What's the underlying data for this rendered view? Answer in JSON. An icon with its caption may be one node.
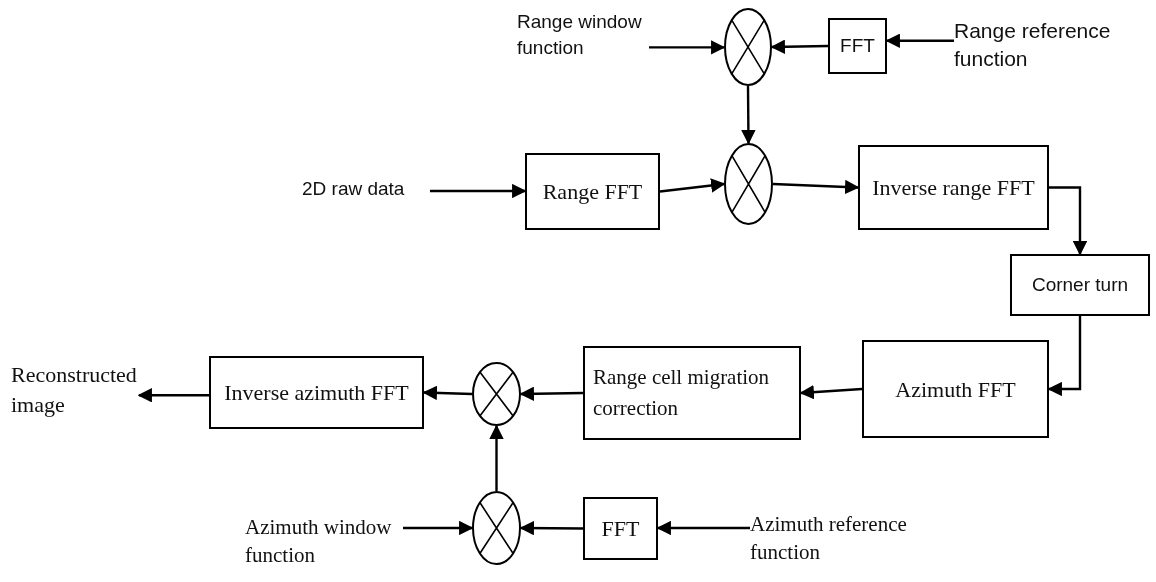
{
  "diagram": {
    "nodes": [
      {
        "text": [
          "Range window function"
        ]
      },
      {
        "text": [],
        "shape": "circle"
      },
      {
        "text": [
          "FFT"
        ]
      },
      {
        "text": [
          "Range reference function"
        ]
      },
      {
        "text": [],
        "shape": "circle"
      },
      {
        "text": [
          "2D raw data"
        ]
      },
      {
        "text": [
          "Range FFT"
        ]
      },
      {
        "text": [
          "Inverse range FFT"
        ]
      },
      {
        "text": [
          "Corner turn"
        ]
      },
      {
        "text": [
          "Azimuth FFT"
        ]
      },
      {
        "text": [
          "Range cell migration correction"
        ]
      },
      {
        "text": [],
        "shape": "circle"
      },
      {
        "text": [
          "Inverse azimuth FFT"
        ]
      },
      {
        "text": [
          "Reconstructed image"
        ]
      },
      {
        "text": [],
        "shape": "circle"
      },
      {
        "text": [
          "FFT"
        ]
      },
      {
        "text": [
          "Azimuth reference function"
        ]
      },
      {
        "text": [
          "Azimuth window function"
        ]
      }
    ],
    "edges": [
      {
        "from": 0,
        "to": 1,
        "arrow": "to"
      },
      {
        "from": 2,
        "to": 1,
        "arrow": "to"
      },
      {
        "from": 3,
        "to": 2,
        "arrow": "to"
      },
      {
        "from": 1,
        "to": 4,
        "arrow": "to"
      },
      {
        "from": 5,
        "to": 6,
        "arrow": "to"
      },
      {
        "from": 6,
        "to": 4,
        "arrow": "to"
      },
      {
        "from": 4,
        "to": 7,
        "arrow": "to"
      },
      {
        "from": 7,
        "to": 8,
        "arrow": "to"
      },
      {
        "from": 8,
        "to": 9,
        "arrow": "to"
      },
      {
        "from": 9,
        "to": 10,
        "arrow": "to"
      },
      {
        "from": 10,
        "to": 11,
        "arrow": "to"
      },
      {
        "from": 11,
        "to": 12,
        "arrow": "to"
      },
      {
        "from": 12,
        "to": 13,
        "arrow": "to"
      },
      {
        "from": 14,
        "to": 11,
        "arrow": "to"
      },
      {
        "from": 15,
        "to": 14,
        "arrow": "to"
      },
      {
        "from": 16,
        "to": 15,
        "arrow": "to"
      },
      {
        "from": 17,
        "to": 14,
        "arrow": "to"
      }
    ]
  }
}
